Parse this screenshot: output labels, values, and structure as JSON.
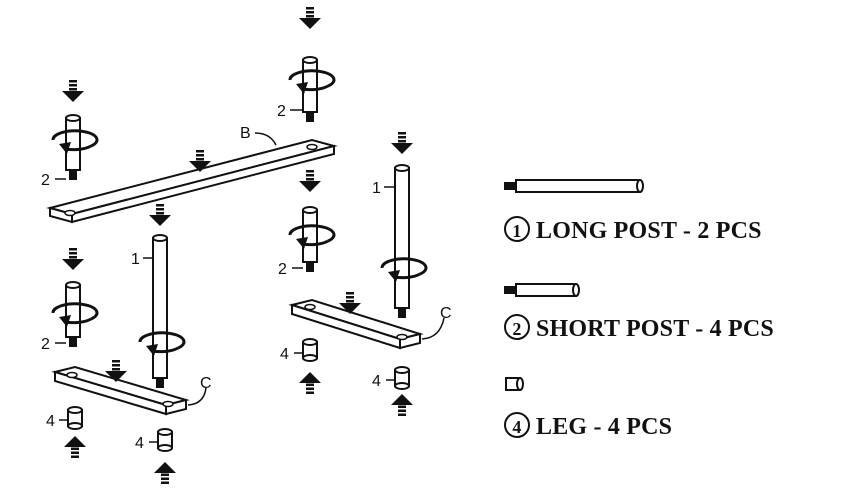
{
  "top_fragment": "",
  "labels": {
    "bar_b": "B",
    "bar_c": "C",
    "long_post": "1",
    "short_post": "2",
    "leg": "4"
  },
  "legend": [
    {
      "number": "1",
      "text": "LONG POST - 2 PCS",
      "icon": "long-post-icon"
    },
    {
      "number": "2",
      "text": "SHORT POST - 4 PCS",
      "icon": "short-post-icon"
    },
    {
      "number": "4",
      "text": "LEG - 4 PCS",
      "icon": "leg-icon"
    }
  ]
}
